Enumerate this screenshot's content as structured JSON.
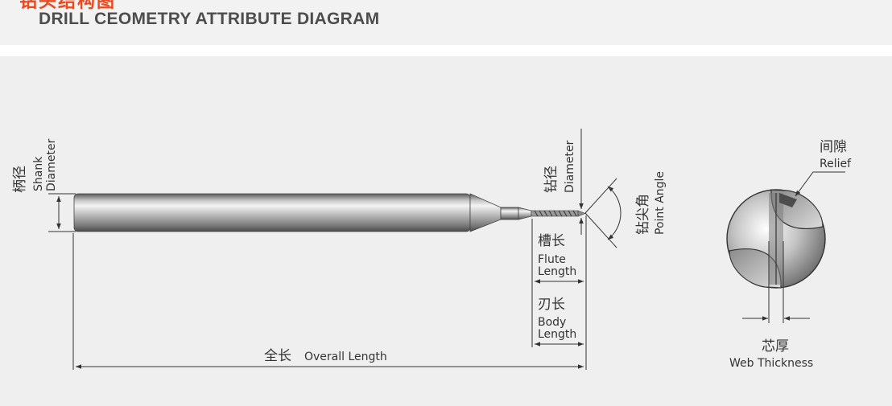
{
  "header": {
    "title_cn_partial": "钻头结构图",
    "title_en": "DRILL CEOMETRY ATTRIBUTE DIAGRAM"
  },
  "colors": {
    "accent": "#e8491d",
    "title": "#4d4d4d",
    "line": "#333333",
    "background": "#efefef"
  },
  "labels": {
    "shank_cn": "柄径",
    "shank_en_1": "Shank",
    "shank_en_2": "Diameter",
    "diameter_cn": "钻径",
    "diameter_en": "Diameter",
    "point_cn": "钻尖角",
    "point_en": "Point Angle",
    "flute_cn": "槽长",
    "flute_en_1": "Flute",
    "flute_en_2": "Length",
    "body_cn": "刃长",
    "body_en_1": "Body",
    "body_en_2": "Length",
    "overall_cn": "全长",
    "overall_en": "Overall Length",
    "relief_cn": "间隙",
    "relief_en": "Relief",
    "web_cn": "芯厚",
    "web_en": "Web Thickness"
  }
}
